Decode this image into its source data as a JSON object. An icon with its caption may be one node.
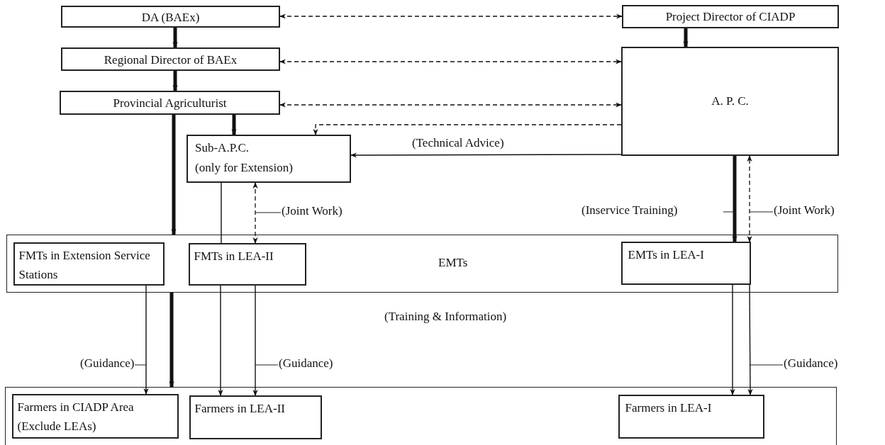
{
  "diagram": {
    "nodes": [
      {
        "text": [
          "DA (BAEx)"
        ]
      },
      {
        "text": [
          "Project Director of CIADP"
        ]
      },
      {
        "text": [
          "Regional Director of BAEx"
        ]
      },
      {
        "text": [
          "A. P. C."
        ]
      },
      {
        "text": [
          "Provincial Agriculturist"
        ]
      },
      {
        "text": [
          "Sub-A.P.C.",
          "(only for Extension)"
        ]
      },
      {
        "text": [
          "EMTs"
        ]
      },
      {
        "text": [
          "FMTs in Extension Service Stations"
        ],
        "in": 6
      },
      {
        "text": [
          "FMTs in LEA-II"
        ],
        "in": 6
      },
      {
        "text": [
          "EMTs in LEA-I"
        ],
        "in": 6
      },
      {
        "text": [],
        "shape": "box"
      },
      {
        "text": [
          "Farmers in CIADP Area (Exclude LEAs)"
        ],
        "in": 10
      },
      {
        "text": [
          "Farmers in LEA-II"
        ],
        "in": 10
      },
      {
        "text": [
          "Farmers in LEA-I"
        ],
        "in": 10
      }
    ],
    "edges": [
      {
        "from": 0,
        "to": 1,
        "arrow": "both",
        "style": "dashed"
      },
      {
        "from": 0,
        "to": 2,
        "arrow": "to",
        "style": "thick"
      },
      {
        "from": 2,
        "to": 4,
        "arrow": "to",
        "style": "thick"
      },
      {
        "from": 1,
        "to": 3,
        "arrow": "to",
        "style": "thick"
      },
      {
        "from": 2,
        "to": 3,
        "arrow": "both",
        "style": "dashed"
      },
      {
        "from": 4,
        "to": 3,
        "arrow": "both",
        "style": "dashed"
      },
      {
        "from": 4,
        "to": 5,
        "arrow": "to",
        "style": "thick"
      },
      {
        "from": 3,
        "to": 5,
        "arrow": "to",
        "style": "dashed"
      },
      {
        "from": 3,
        "to": 5,
        "arrow": "to",
        "label": "(Technical Advice)"
      },
      {
        "from": 4,
        "to": 6,
        "arrow": "to",
        "style": "thick"
      },
      {
        "from": 6,
        "to": 10,
        "arrow": "to",
        "style": "thick"
      },
      {
        "from": 5,
        "to": 8,
        "arrow": "none"
      },
      {
        "from": 8,
        "to": 5,
        "arrow": "both",
        "style": "dashed",
        "label": "(Joint Work)"
      },
      {
        "from": 3,
        "to": 9,
        "arrow": "to",
        "style": "thick",
        "label": "(Inservice Training)"
      },
      {
        "from": 9,
        "to": 3,
        "arrow": "both",
        "style": "dashed",
        "label": "(Joint Work)"
      },
      {
        "from": 7,
        "to": 11,
        "arrow": "to",
        "label": "(Guidance)"
      },
      {
        "from": 8,
        "to": 12,
        "arrow": "to"
      },
      {
        "from": 8,
        "to": 12,
        "arrow": "to",
        "label": "(Guidance)"
      },
      {
        "from": 9,
        "to": 13,
        "arrow": "to"
      },
      {
        "from": 9,
        "to": 13,
        "arrow": "to",
        "label": "(Guidance)"
      }
    ],
    "labels": [
      "(Training & Information)"
    ]
  }
}
